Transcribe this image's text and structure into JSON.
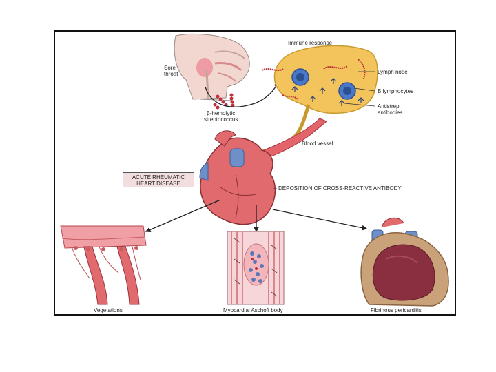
{
  "labels": {
    "immune_response": "Immune response",
    "sore_throat": "Sore\nthroat",
    "strep": "β-hemolytic\nstreptococcus",
    "lymph_node": "Lymph node",
    "b_lymphocytes": "B lymphocytes",
    "antistrep": "Antistrep\nantibodies",
    "blood_vessel": "Blood vessel",
    "acute_rheumatic": "ACUTE RHEUMATIC\nHEART DISEASE",
    "deposition": "DEPOSITION OF CROSS-REACTIVE ANTIBODY",
    "vegetations": "Vegetations",
    "aschoff": "Myocardial Aschoff body",
    "pericarditis": "Fibrinous pericarditis"
  },
  "colors": {
    "lymph_node_fill": "#f3c45c",
    "skin": "#f1d7cf",
    "heart_red": "#e06a6e",
    "vessel_blue": "#6f8fc9",
    "pericardium": "#c9a27a",
    "border": "#111111"
  }
}
